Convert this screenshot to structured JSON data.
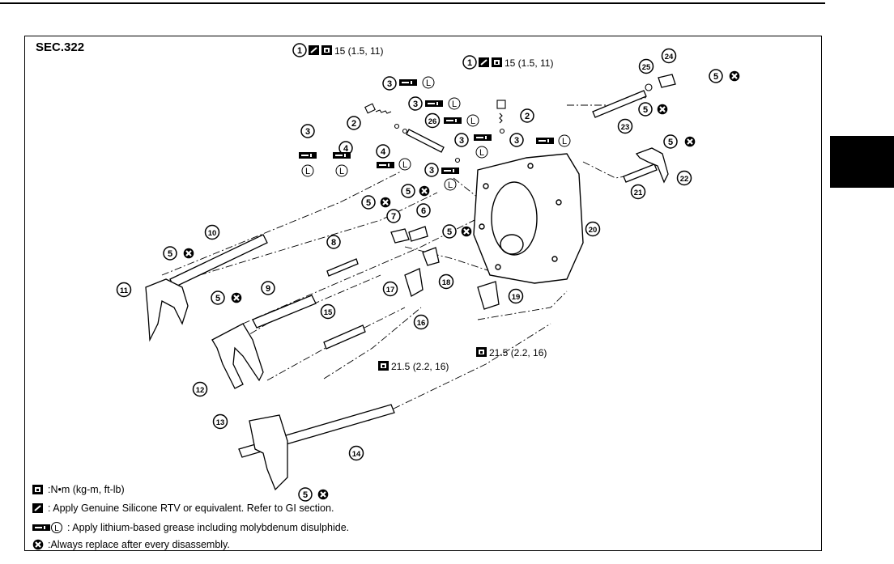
{
  "section_code": "SEC.322",
  "parts": [
    {
      "id": "1",
      "label": "1"
    },
    {
      "id": "2",
      "label": "2"
    },
    {
      "id": "3",
      "label": "3"
    },
    {
      "id": "4",
      "label": "4"
    },
    {
      "id": "5",
      "label": "5"
    },
    {
      "id": "6",
      "label": "6"
    },
    {
      "id": "7",
      "label": "7"
    },
    {
      "id": "8",
      "label": "8"
    },
    {
      "id": "9",
      "label": "9"
    },
    {
      "id": "10",
      "label": "10"
    },
    {
      "id": "11",
      "label": "11"
    },
    {
      "id": "12",
      "label": "12"
    },
    {
      "id": "13",
      "label": "13"
    },
    {
      "id": "14",
      "label": "14"
    },
    {
      "id": "15",
      "label": "15"
    },
    {
      "id": "16",
      "label": "16"
    },
    {
      "id": "17",
      "label": "17"
    },
    {
      "id": "18",
      "label": "18"
    },
    {
      "id": "19",
      "label": "19"
    },
    {
      "id": "20",
      "label": "20"
    },
    {
      "id": "21",
      "label": "21"
    },
    {
      "id": "22",
      "label": "22"
    },
    {
      "id": "23",
      "label": "23"
    },
    {
      "id": "24",
      "label": "24"
    },
    {
      "id": "25",
      "label": "25"
    },
    {
      "id": "26",
      "label": "26"
    }
  ],
  "torque_specs": {
    "plug_left": "15 (1.5, 11)",
    "plug_right": "15 (1.5, 11)",
    "bolt_left": "21.5 (2.2, 16)",
    "bolt_right": "21.5 (2.2, 16)"
  },
  "grease_symbol_letter": "L",
  "legend": {
    "torque": ":N•m (kg-m, ft-lb)",
    "sealant": ": Apply Genuine Silicone RTV or equivalent. Refer to GI section.",
    "grease": ": Apply lithium-based grease including molybdenum disulphide.",
    "replace": ":Always replace after every disassembly."
  },
  "icons": {
    "torque": "torque-wrench-icon",
    "sealant": "sealant-icon",
    "grease": "grease-icon",
    "replace": "replace-x-icon"
  }
}
